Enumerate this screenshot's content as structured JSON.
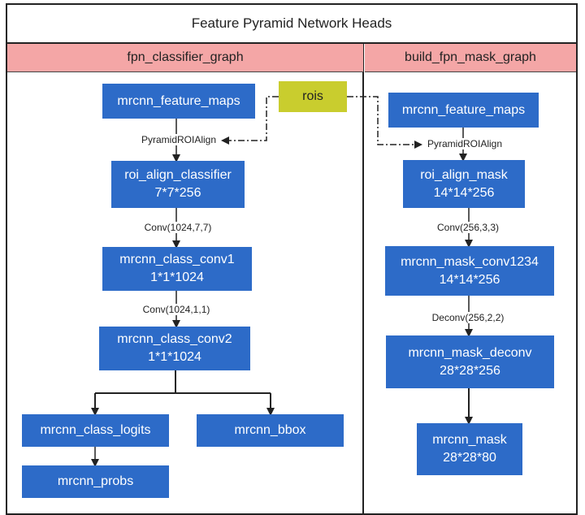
{
  "title": "Feature Pyramid Network Heads",
  "columns": {
    "left": "fpn_classifier_graph",
    "right": "build_fpn_mask_graph"
  },
  "input": "rois",
  "classifier": {
    "feature_maps": "mrcnn_feature_maps",
    "op_align": "PyramidROIAlign",
    "roi_align": {
      "name": "roi_align_classifier",
      "shape": "7*7*256"
    },
    "op_conv1": "Conv(1024,7,7)",
    "conv1": {
      "name": "mrcnn_class_conv1",
      "shape": "1*1*1024"
    },
    "op_conv2": "Conv(1024,1,1)",
    "conv2": {
      "name": "mrcnn_class_conv2",
      "shape": "1*1*1024"
    },
    "logits": "mrcnn_class_logits",
    "bbox": "mrcnn_bbox",
    "probs": "mrcnn_probs"
  },
  "mask": {
    "feature_maps": "mrcnn_feature_maps",
    "op_align": "PyramidROIAlign",
    "roi_align": {
      "name": "roi_align_mask",
      "shape": "14*14*256"
    },
    "op_conv": "Conv(256,3,3)",
    "conv": {
      "name": "mrcnn_mask_conv1234",
      "shape": "14*14*256"
    },
    "op_deconv": "Deconv(256,2,2)",
    "deconv": {
      "name": "mrcnn_mask_deconv",
      "shape": "28*28*256"
    },
    "output": {
      "name": "mrcnn_mask",
      "shape": "28*28*80"
    }
  },
  "colors": {
    "box": "#2d6bc8",
    "header": "#f4a6a6",
    "input": "#c9cd2e"
  }
}
